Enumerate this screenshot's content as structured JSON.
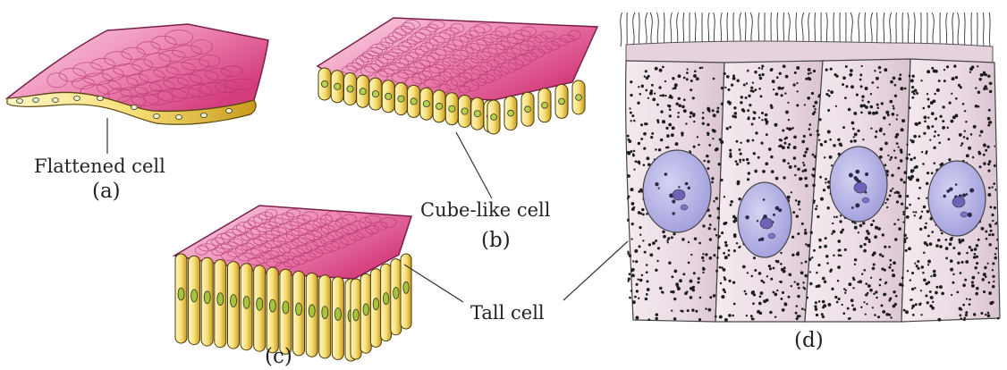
{
  "labels": {
    "flattened": "Flattened cell",
    "cube": "Cube-like cell",
    "tall": "Tall cell"
  },
  "panels": {
    "a": "(a)",
    "b": "(b)",
    "c": "(c)",
    "d": "(d)"
  },
  "colors": {
    "surface_light": "#f7c6dd",
    "surface_dark": "#d9417f",
    "cell_body": "#f6e27a",
    "cell_shade": "#c99a1a",
    "nucleus_small": "#a8c43c",
    "column_fill": "#eee0e8",
    "column_nucleus": "#b9b7e8",
    "nucleolus": "#6f62b8"
  }
}
